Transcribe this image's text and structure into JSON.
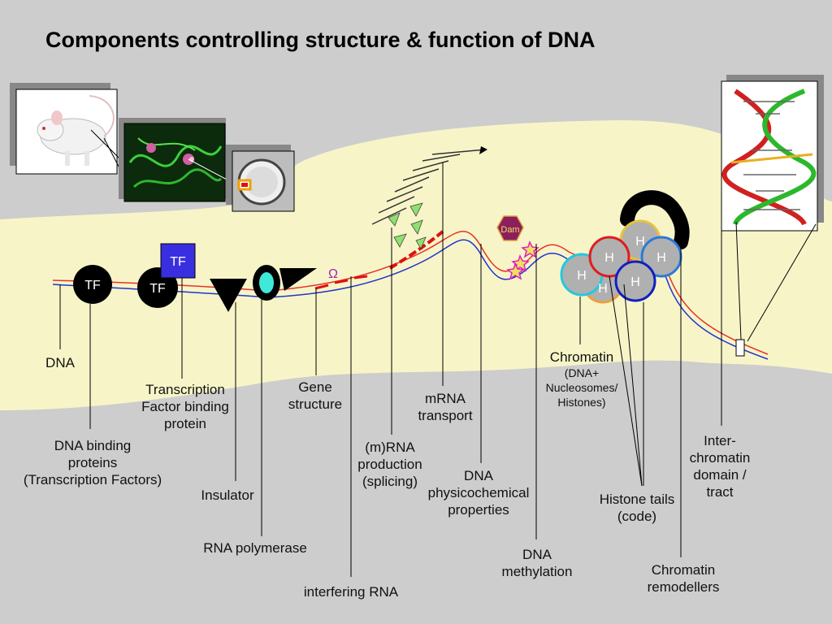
{
  "title": "Components controlling structure & function of DNA",
  "labels": {
    "dna": "DNA",
    "dna_binding": "DNA binding\nproteins\n(Transcription Factors)",
    "tf_binding": "Transcription\nFactor binding\nprotein",
    "insulator": "Insulator",
    "rna_polymerase": "RNA polymerase",
    "gene_structure": "Gene\nstructure",
    "interfering_rna": "interfering RNA",
    "mrna_production": "(m)RNA\nproduction\n(splicing)",
    "mrna_transport": "mRNA\ntransport",
    "dna_physicochemical": "DNA\nphysicochemical\nproperties",
    "dna_methylation": "DNA\nmethylation",
    "chromatin": "Chromatin",
    "chromatin_sub": "(DNA+\nNucleosomes/\nHistones)",
    "histone_tails": "Histone tails\n(code)",
    "chromatin_remodellers": "Chromatin\nremodellers",
    "inter_chromatin": "Inter-\nchromatin\ndomain /\ntract"
  },
  "glyphs": {
    "tf": "TF",
    "histone": "H",
    "dam": "Dam",
    "omega": "Ω"
  },
  "colors": {
    "background": "#cdcdcd",
    "cell_band": "#f7f5c8",
    "dna_red": "#e8322a",
    "dna_blue": "#2233cc",
    "tf_box": "#3a2fe0",
    "dam": "#8a1e5e",
    "histone_cyan": "#22c8e0",
    "histone_red": "#e01c1c",
    "histone_blue": "#1020c0"
  }
}
